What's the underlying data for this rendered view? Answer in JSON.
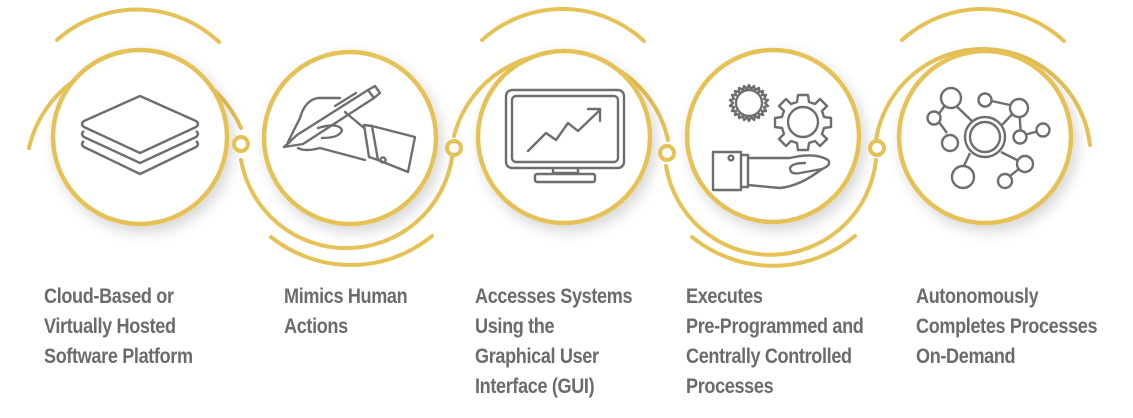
{
  "colors": {
    "accent_gold": "#E6C256",
    "icon_gray": "#6E6E6E",
    "label_gray": "#6B6B6B",
    "background": "#FFFFFF"
  },
  "steps": [
    {
      "icon": "layers-icon",
      "label_lines": [
        "Cloud-Based or",
        "Virtually Hosted",
        "Software Platform"
      ]
    },
    {
      "icon": "hand-writing-pen-icon",
      "label_lines": [
        "Mimics Human",
        "Actions"
      ]
    },
    {
      "icon": "monitor-chart-icon",
      "label_lines": [
        "Accesses Systems",
        "Using the",
        "Graphical User",
        "Interface (GUI)"
      ]
    },
    {
      "icon": "hand-gears-icon",
      "label_lines": [
        "Executes",
        "Pre-Programmed and",
        "Centrally Controlled",
        "Processes"
      ]
    },
    {
      "icon": "network-nodes-icon",
      "label_lines": [
        "Autonomously",
        "Completes Processes",
        "On-Demand"
      ]
    }
  ]
}
